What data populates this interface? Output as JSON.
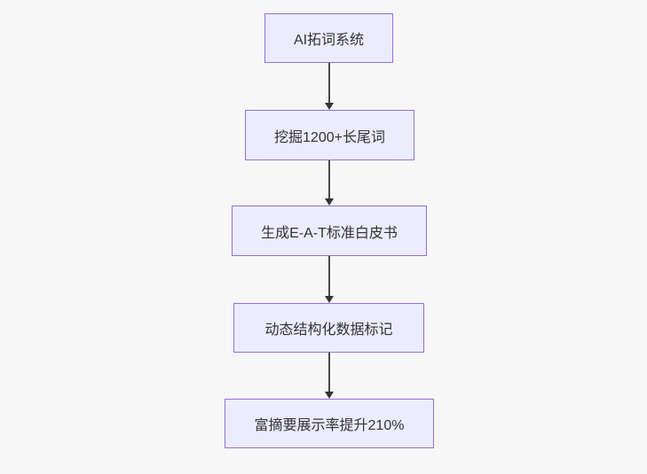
{
  "diagram": {
    "type": "flowchart",
    "direction": "top-down",
    "nodes": [
      {
        "id": "A",
        "label": "AI拓词系统"
      },
      {
        "id": "B",
        "label": "挖掘1200+长尾词"
      },
      {
        "id": "C",
        "label": "生成E-A-T标准白皮书"
      },
      {
        "id": "D",
        "label": "动态结构化数据标记"
      },
      {
        "id": "E",
        "label": "富摘要展示率提升210%"
      }
    ],
    "edges": [
      {
        "from": "A",
        "to": "B"
      },
      {
        "from": "B",
        "to": "C"
      },
      {
        "from": "C",
        "to": "D"
      },
      {
        "from": "D",
        "to": "E"
      }
    ],
    "colors": {
      "node_fill": "#ececff",
      "node_border": "#9370db",
      "arrow": "#333333",
      "arrow_line": "#4a4a4a",
      "text": "#333333",
      "background": "#f7f7f7"
    }
  }
}
